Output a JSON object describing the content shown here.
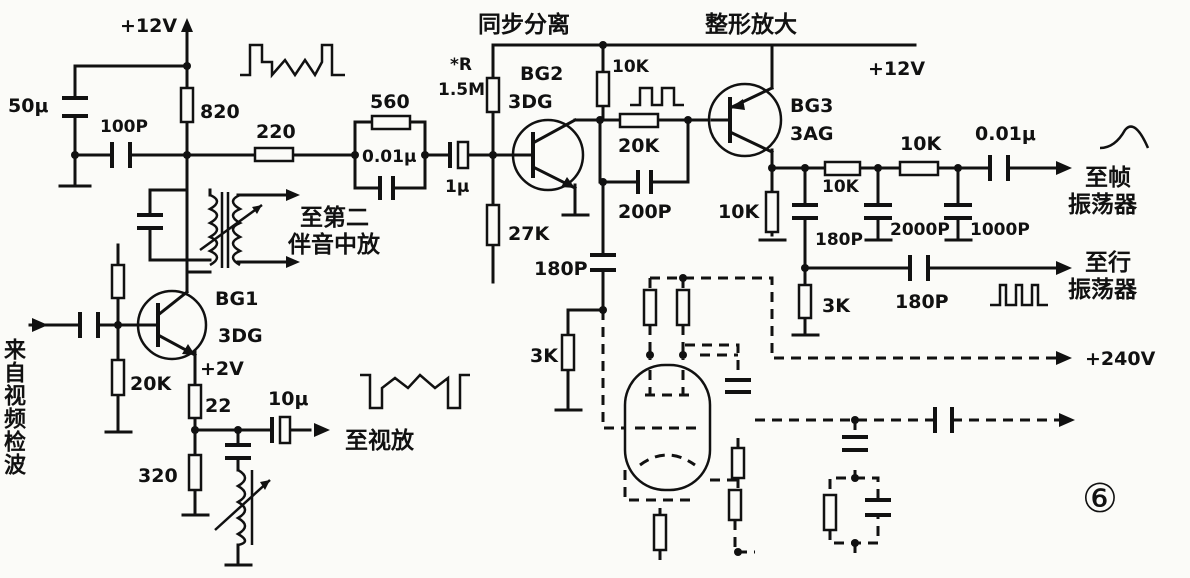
{
  "figure_number": "⑥",
  "supply": {
    "v12_top": "+12V",
    "v12_right": "+12V",
    "v2": "+2V",
    "v240": "+240V"
  },
  "stages": {
    "sync_separator": "同步分离",
    "shaping_amp": "整形放大"
  },
  "transistors": {
    "bg1": {
      "name": "BG1",
      "type": "3DG"
    },
    "bg2": {
      "name": "BG2",
      "type": "3DG"
    },
    "bg3": {
      "name": "BG3",
      "type": "3AG"
    }
  },
  "components": {
    "c_50u": "50μ",
    "c_100p": "100P",
    "r_820": "820",
    "r_220": "220",
    "r_560": "560",
    "c_001u_a": "0.01μ",
    "c_1u": "1μ",
    "r_star": "*R",
    "r_15m": "1.5M",
    "r_27k": "27K",
    "r_10k_a": "10K",
    "r_20k_a": "20K",
    "c_200p": "200P",
    "c_180p_a": "180P",
    "r_3k_a": "3K",
    "r_10k_b": "10K",
    "r_10k_c": "10K",
    "r_10k_d": "10K",
    "c_001u_b": "0.01μ",
    "c_180p_b": "180P",
    "c_2000p": "2000P",
    "c_1000p": "1000P",
    "r_3k_b": "3K",
    "c_180p_c": "180P",
    "r_20k_b": "20K",
    "r_22": "22",
    "c_10u": "10μ",
    "r_320": "320"
  },
  "outputs": {
    "frame_osc_1": "至帧",
    "frame_osc_2": "振荡器",
    "line_osc_1": "至行",
    "line_osc_2": "振荡器",
    "sound_if_1": "至第二",
    "sound_if_2": "伴音中放",
    "video_amp": "至视放"
  },
  "input": {
    "label": "来自视频检波"
  }
}
